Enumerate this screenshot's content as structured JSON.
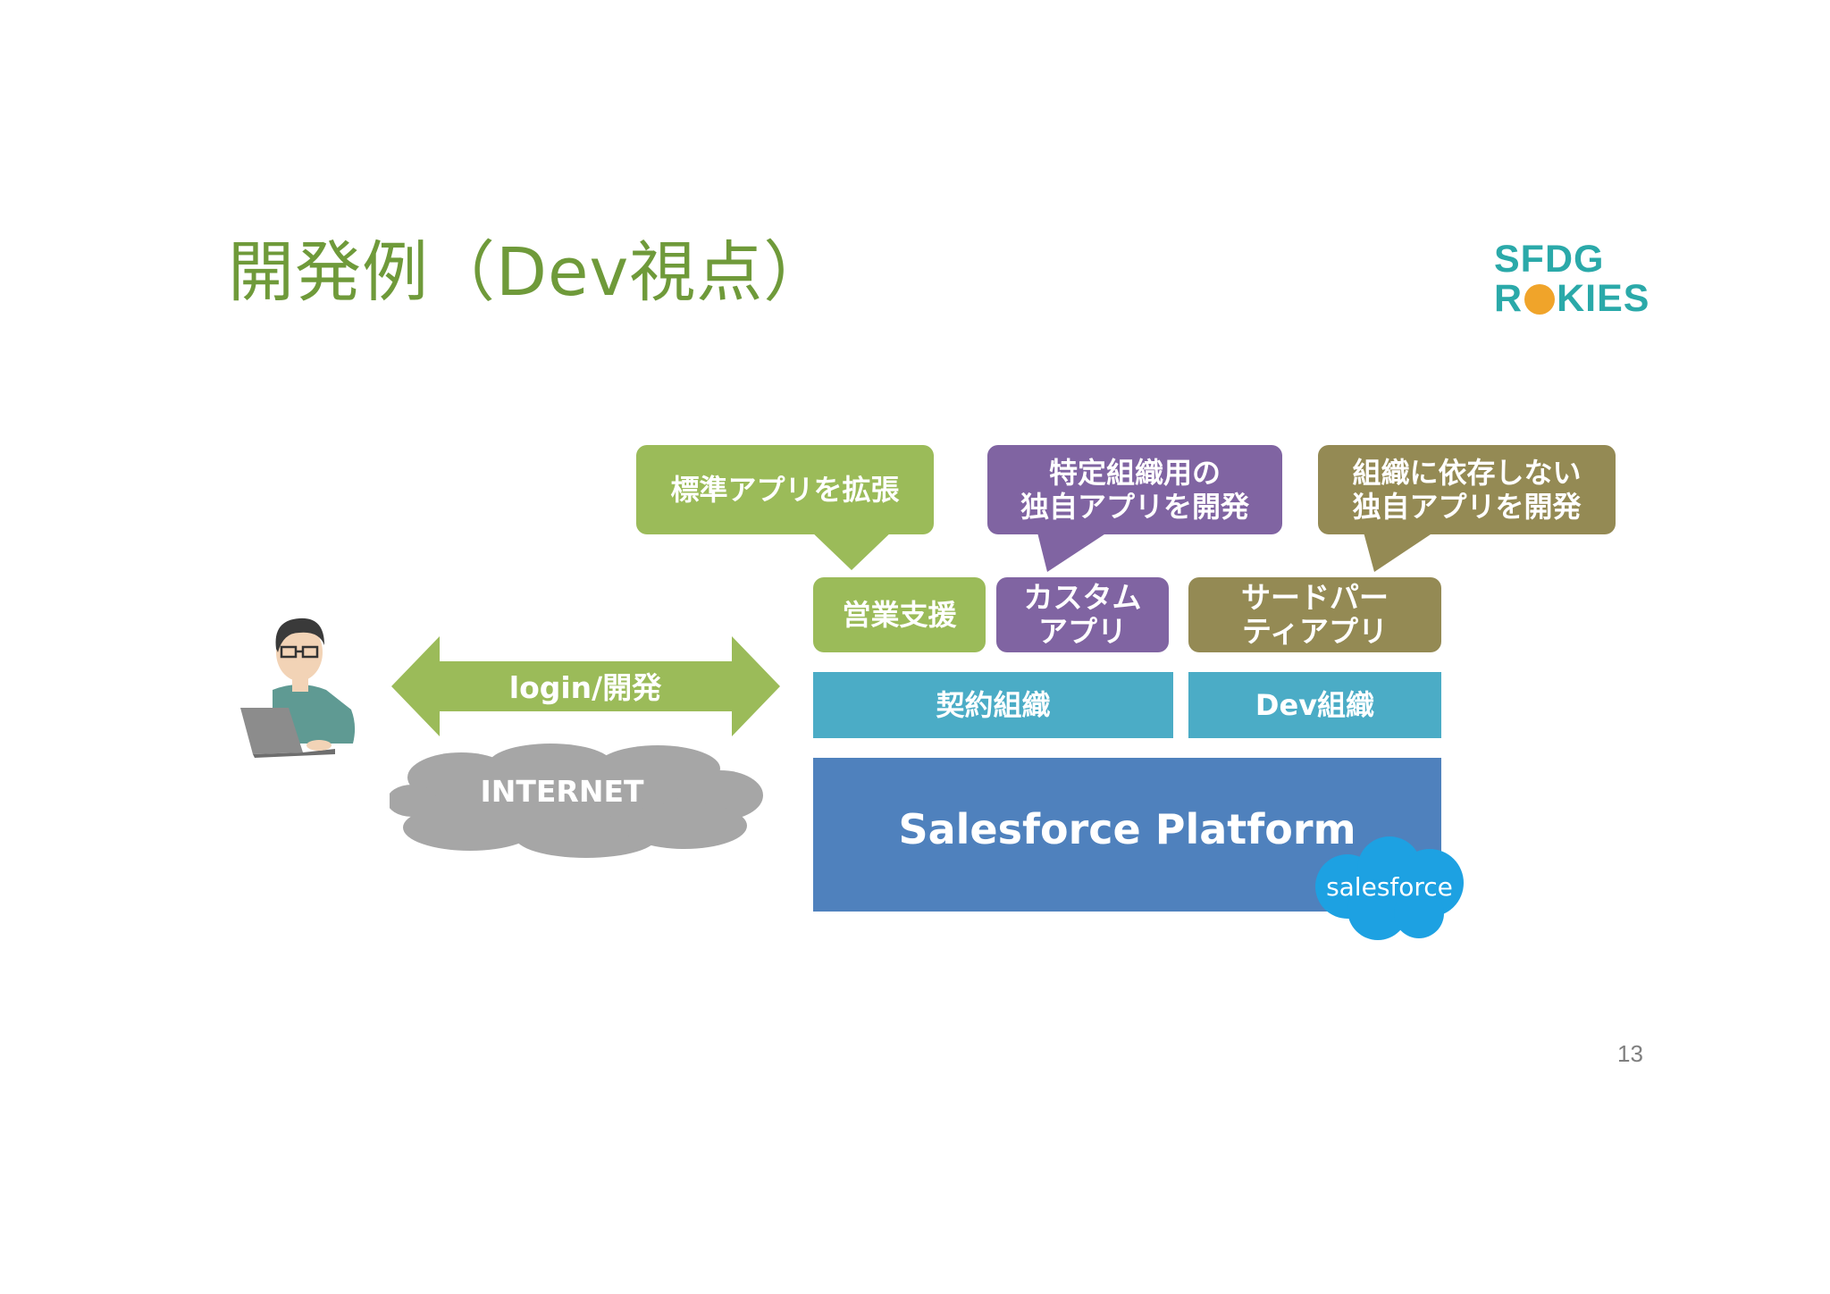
{
  "slide": {
    "title": "開発例（Dev視点）",
    "page_number": "13"
  },
  "logo": {
    "line1": "SFDG",
    "line2_a": "R",
    "line2_b": "KIES"
  },
  "callouts": {
    "extend_standard": "標準アプリを拡張",
    "custom_org_line1": "特定組織用の",
    "custom_org_line2": "独自アプリを開発",
    "independent_line1": "組織に依存しない",
    "independent_line2": "独自アプリを開発"
  },
  "apps": {
    "sales_support": "営業支援",
    "custom_line1": "カスタム",
    "custom_line2": "アプリ",
    "third_party_line1": "サードパー",
    "third_party_line2": "ティアプリ"
  },
  "orgs": {
    "contract_org": "契約組織",
    "dev_org": "Dev組織"
  },
  "platform": {
    "label": "Salesforce Platform",
    "badge": "salesforce"
  },
  "connection": {
    "arrow_label": "login/開発",
    "cloud_label": "INTERNET"
  },
  "colors": {
    "green": "#9bbb59",
    "purple": "#8064a2",
    "olive": "#948a54",
    "teal": "#4bacc6",
    "blue": "#4f81bd",
    "cloud_gray": "#a6a6a6",
    "salesforce_blue": "#1da1e2",
    "title_green": "#6f9a3a",
    "logo_teal": "#2aa9a9",
    "logo_orange": "#f0a42a"
  }
}
